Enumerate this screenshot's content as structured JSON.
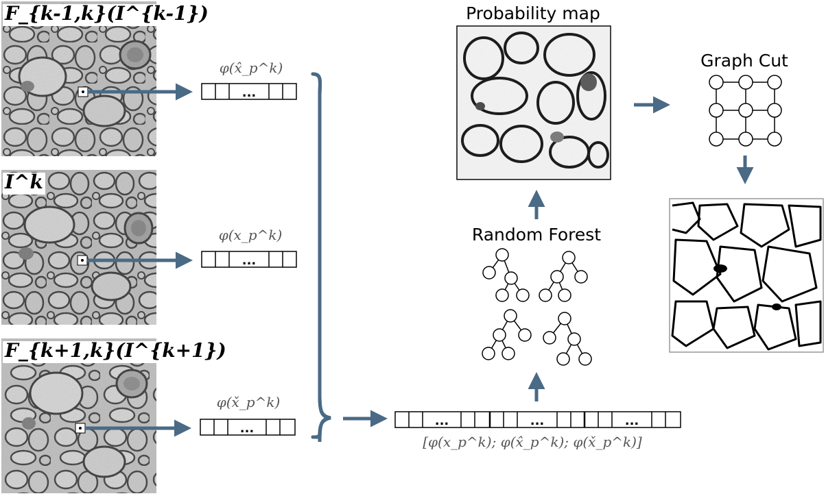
{
  "labels": {
    "prev_frame": "F_{k-1,k}(I^{k-1})",
    "curr_frame": "I^k",
    "next_frame": "F_{k+1,k}(I^{k+1})",
    "feat_prev": "φ(x̂_p^k)",
    "feat_curr": "φ(x_p^k)",
    "feat_next": "φ(x̌_p^k)",
    "concat": "[φ(x_p^k); φ(x̂_p^k); φ(x̌_p^k)]",
    "ellipsis": "..."
  },
  "titles": {
    "probability_map": "Probability map",
    "random_forest": "Random Forest",
    "graph_cut": "Graph Cut"
  },
  "colors": {
    "arrow": "#4a6a85",
    "stroke": "#000000",
    "background": "#ffffff"
  }
}
